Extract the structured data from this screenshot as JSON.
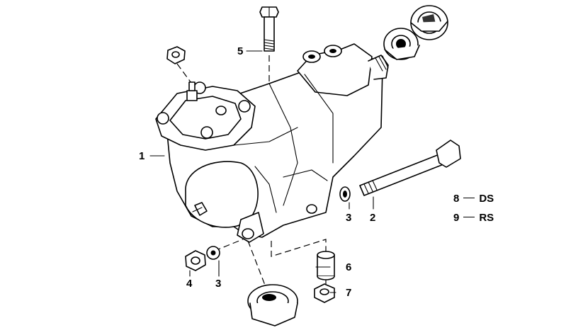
{
  "diagram": {
    "callouts": [
      {
        "id": "1",
        "text": "1"
      },
      {
        "id": "2",
        "text": "2"
      },
      {
        "id": "3a",
        "text": "3"
      },
      {
        "id": "3b",
        "text": "3"
      },
      {
        "id": "4",
        "text": "4"
      },
      {
        "id": "5",
        "text": "5"
      },
      {
        "id": "6",
        "text": "6"
      },
      {
        "id": "7",
        "text": "7"
      }
    ],
    "legend": [
      {
        "number": "8",
        "code": "DS"
      },
      {
        "number": "9",
        "code": "RS"
      }
    ]
  }
}
